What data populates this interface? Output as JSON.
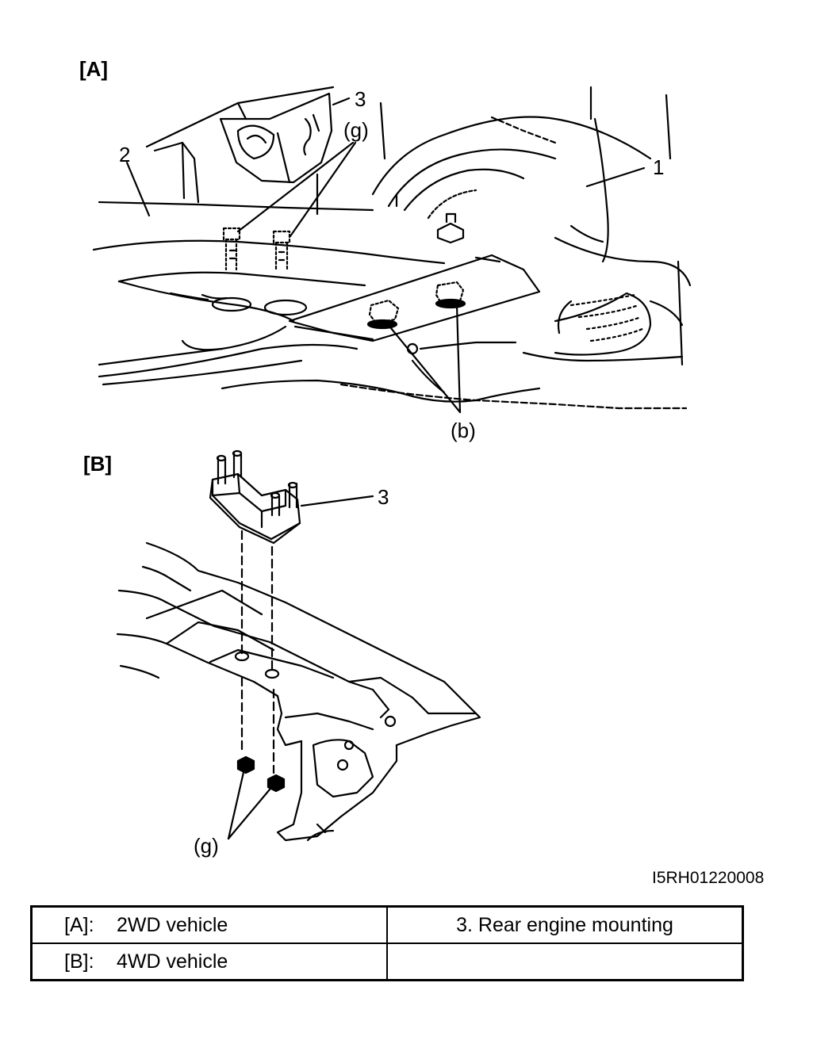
{
  "diagram": {
    "sections": {
      "a": "[A]",
      "b": "[B]"
    },
    "callouts": {
      "a_1": "1",
      "a_2": "2",
      "a_3": "3",
      "a_g": "(g)",
      "a_b": "(b)",
      "b_3": "3",
      "b_g": "(g)"
    },
    "figure_code": "I5RH01220008"
  },
  "legend": {
    "rows": [
      {
        "key": "[A]:",
        "text": "2WD vehicle",
        "right": "3.   Rear engine mounting"
      },
      {
        "key": "[B]:",
        "text": "4WD vehicle",
        "right": ""
      }
    ]
  }
}
